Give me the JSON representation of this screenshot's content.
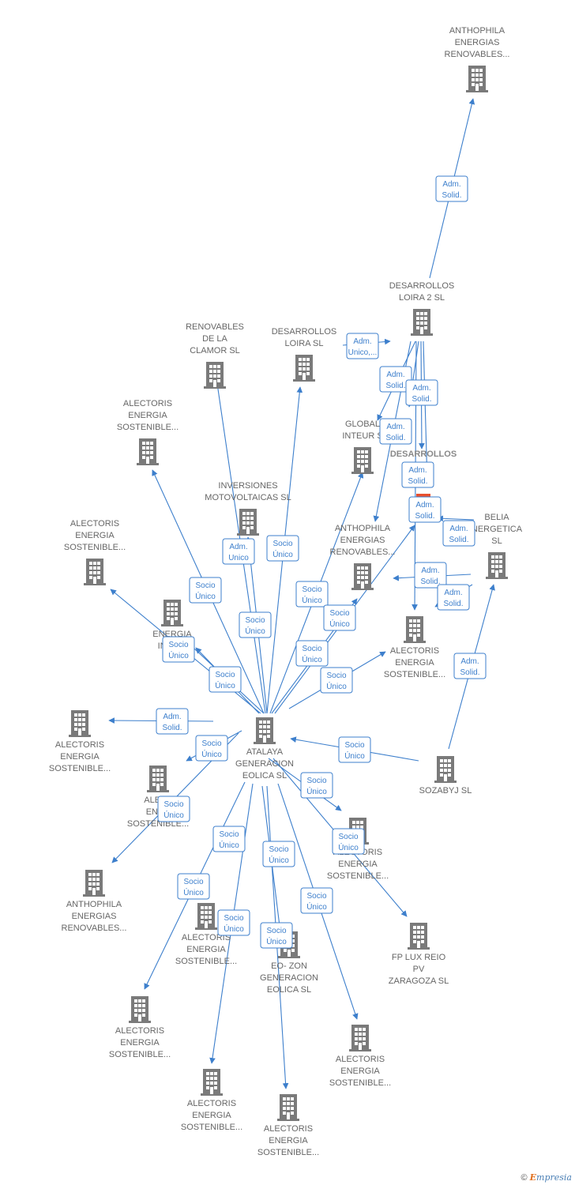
{
  "colors": {
    "edge": "#3d7fcc",
    "building": "#7a7a7a",
    "focus": "#e8502f",
    "label_border": "#3d7fcc"
  },
  "nodes": [
    {
      "id": "n1",
      "lines": [
        "ANTHOPHILA",
        "ENERGIAS",
        "RENOVABLES..."
      ]
    },
    {
      "id": "n2",
      "lines": [
        "DESARROLLOS",
        "LOIRA 2  SL"
      ]
    },
    {
      "id": "n3",
      "lines": [
        "RENOVABLES",
        "DE LA",
        "CLAMOR  SL"
      ]
    },
    {
      "id": "n4",
      "lines": [
        "DESARROLLOS",
        "LOIRA SL"
      ]
    },
    {
      "id": "n5",
      "lines": [
        "ALECTORIS",
        "ENERGIA",
        "SOSTENIBLE..."
      ]
    },
    {
      "id": "n6",
      "lines": [
        "GLOBAL",
        "INTEUR  S"
      ]
    },
    {
      "id": "n7",
      "lines": [
        "DESARROLLOS",
        "R         SL"
      ],
      "focus": true
    },
    {
      "id": "n8",
      "lines": [
        "INVERSIONES",
        "MOTOVOLTAICAS SL"
      ]
    },
    {
      "id": "n9",
      "lines": [
        "BELIA",
        "NERGETICA",
        "SL"
      ]
    },
    {
      "id": "n10",
      "lines": [
        "ANTHOPHILA",
        "ENERGIAS",
        "RENOVABLES..."
      ]
    },
    {
      "id": "n11",
      "lines": [
        "ALECTORIS",
        "ENERGIA",
        "SOSTENIBLE..."
      ]
    },
    {
      "id": "n12",
      "lines": [
        "ENERGIA",
        "INAC        E",
        "D"
      ]
    },
    {
      "id": "n13",
      "lines": [
        "ALECTORIS",
        "ENERGIA",
        "SOSTENIBLE..."
      ]
    },
    {
      "id": "n14",
      "lines": [
        "ALECTORIS",
        "ENERGIA",
        "SOSTENIBLE..."
      ]
    },
    {
      "id": "n15",
      "lines": [
        "ATALAYA",
        "GENERACION",
        "EOLICA  SL"
      ]
    },
    {
      "id": "n16",
      "lines": [
        "SOZABYJ SL"
      ]
    },
    {
      "id": "n17",
      "lines": [
        "ALECT",
        "ENER",
        "SOSTENIBLE..."
      ]
    },
    {
      "id": "n18",
      "lines": [
        "ALECTORIS",
        "ENERGIA",
        "SOSTENIBLE..."
      ]
    },
    {
      "id": "n19",
      "lines": [
        "ANTHOPHILA",
        "ENERGIAS",
        "RENOVABLES..."
      ]
    },
    {
      "id": "n20",
      "lines": [
        "ALECTORIS",
        "ENERGIA",
        "SOSTENIBLE..."
      ]
    },
    {
      "id": "n21",
      "lines": [
        "FP LUX REIO",
        "PV",
        "ZARAGOZA  SL"
      ]
    },
    {
      "id": "n22",
      "lines": [
        "EO- ZON",
        "GENERACION",
        "EOLICA  SL"
      ]
    },
    {
      "id": "n23",
      "lines": [
        "ALECTORIS",
        "ENERGIA",
        "SOSTENIBLE..."
      ]
    },
    {
      "id": "n24",
      "lines": [
        "ALECTORIS",
        "ENERGIA",
        "SOSTENIBLE..."
      ]
    },
    {
      "id": "n25",
      "lines": [
        "ALECTORIS",
        "ENERGIA",
        "SOSTENIBLE..."
      ]
    },
    {
      "id": "n26",
      "lines": [
        "ALECTORIS",
        "ENERGIA",
        "SOSTENIBLE..."
      ]
    }
  ],
  "edge_labels": [
    {
      "id": "e1",
      "lines": [
        "Adm.",
        "Solid."
      ]
    },
    {
      "id": "e2",
      "lines": [
        "Adm.",
        "Unico,..."
      ]
    },
    {
      "id": "e3",
      "lines": [
        "Adm.",
        "Solid."
      ]
    },
    {
      "id": "e4",
      "lines": [
        "Adm.",
        "Solid."
      ]
    },
    {
      "id": "e5",
      "lines": [
        "Adm.",
        "Solid."
      ]
    },
    {
      "id": "e6",
      "lines": [
        "Adm.",
        "Solid."
      ]
    },
    {
      "id": "e7",
      "lines": [
        "Adm.",
        "Solid."
      ]
    },
    {
      "id": "e8",
      "lines": [
        "Adm.",
        "Solid."
      ]
    },
    {
      "id": "e9",
      "lines": [
        "Adm.",
        "Solid."
      ]
    },
    {
      "id": "e10",
      "lines": [
        "Adm.",
        "Solid."
      ]
    },
    {
      "id": "e11",
      "lines": [
        "Adm.",
        "Solid."
      ]
    },
    {
      "id": "e12",
      "lines": [
        "Adm.",
        "Unico"
      ]
    },
    {
      "id": "e13",
      "lines": [
        "Socio",
        "Único"
      ]
    },
    {
      "id": "e14",
      "lines": [
        "Socio",
        "Único"
      ]
    },
    {
      "id": "e15",
      "lines": [
        "Socio",
        "Único"
      ]
    },
    {
      "id": "e16",
      "lines": [
        "Socio",
        "Único"
      ]
    },
    {
      "id": "e17",
      "lines": [
        "Socio",
        "Único"
      ]
    },
    {
      "id": "e18",
      "lines": [
        "Socio",
        "Único"
      ]
    },
    {
      "id": "e19",
      "lines": [
        "Socio",
        "Único"
      ]
    },
    {
      "id": "e20",
      "lines": [
        "Socio",
        "Único"
      ]
    },
    {
      "id": "e21",
      "lines": [
        "Socio",
        "Único"
      ]
    },
    {
      "id": "e22",
      "lines": [
        "Socio",
        "Único"
      ]
    },
    {
      "id": "e23",
      "lines": [
        "Adm.",
        "Solid."
      ]
    },
    {
      "id": "e24",
      "lines": [
        "Socio",
        "Único"
      ]
    },
    {
      "id": "e25",
      "lines": [
        "Socio",
        "Único"
      ]
    },
    {
      "id": "e26",
      "lines": [
        "Socio",
        "Único"
      ]
    },
    {
      "id": "e27",
      "lines": [
        "Socio",
        "Único"
      ]
    },
    {
      "id": "e28",
      "lines": [
        "Socio",
        "Único"
      ]
    },
    {
      "id": "e29",
      "lines": [
        "Socio",
        "Único"
      ]
    },
    {
      "id": "e30",
      "lines": [
        "Socio",
        "Único"
      ]
    },
    {
      "id": "e31",
      "lines": [
        "Socio",
        "Único"
      ]
    },
    {
      "id": "e32",
      "lines": [
        "Socio",
        "Único"
      ]
    },
    {
      "id": "e33",
      "lines": [
        "Socio",
        "Único"
      ]
    },
    {
      "id": "e34",
      "lines": [
        "Socio",
        "Único"
      ]
    }
  ],
  "footer": {
    "copyright": "©",
    "brand_first": "E",
    "brand_rest": "mpresia"
  }
}
